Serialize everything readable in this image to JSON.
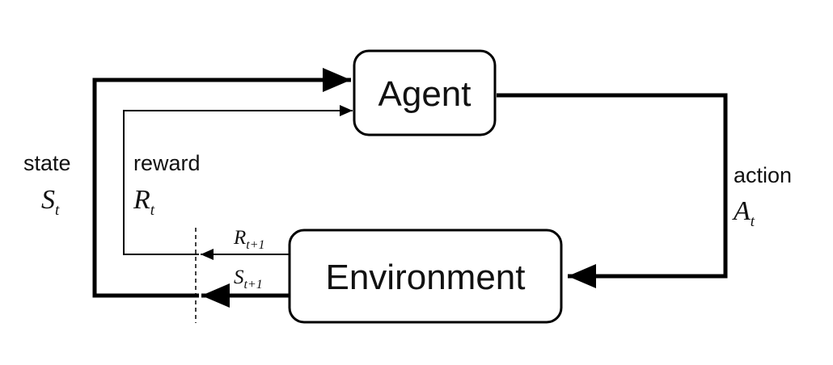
{
  "agent_label": "Agent",
  "environment_label": "Environment",
  "state": {
    "word": "state",
    "symbol": "S",
    "sub": "t"
  },
  "reward": {
    "word": "reward",
    "symbol": "R",
    "sub": "t"
  },
  "action": {
    "word": "action",
    "symbol": "A",
    "sub": "t"
  },
  "next_reward": {
    "symbol": "R",
    "sub": "t+1"
  },
  "next_state": {
    "symbol": "S",
    "sub": "t+1"
  },
  "colors": {
    "stroke": "#000000",
    "box_fill": "#ffffff",
    "text": "#111111"
  }
}
